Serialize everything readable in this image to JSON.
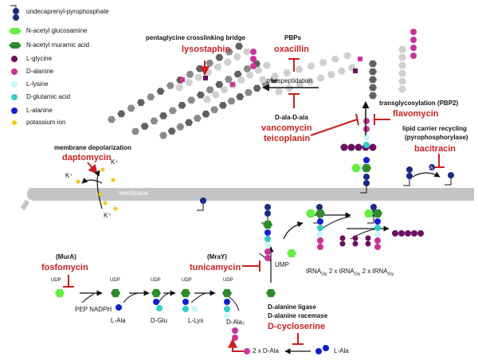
{
  "legend": {
    "items": [
      {
        "label": "undecaprenyl-pyrophosphate",
        "icon": "lipid-carrier-icon"
      },
      {
        "label": "N-acetyl glucosamine",
        "icon": "nag-hexagon-icon",
        "color": "#66ee44"
      },
      {
        "label": "N-acetyl muramic acid",
        "icon": "nam-hexagon-icon",
        "color": "#2e8b2e"
      },
      {
        "label": "L-glycine",
        "icon": "dot-icon",
        "color": "#6a0f5f"
      },
      {
        "label": "D-alanine",
        "icon": "dot-icon",
        "color": "#cc3399"
      },
      {
        "label": "L-lysine",
        "icon": "dot-icon",
        "color": "#ccf5f5"
      },
      {
        "label": "D-glutamic acid",
        "icon": "dot-icon",
        "color": "#33cccc"
      },
      {
        "label": "L-alanine",
        "icon": "dot-icon",
        "color": "#1020d0"
      },
      {
        "label": "potassium ion",
        "icon": "dot-icon",
        "color": "#f5c518"
      }
    ]
  },
  "top": {
    "bridge_caption": "pentaglycine crosslinking bridge",
    "lysostaphin": "lysostaphin",
    "pbps_caption": "PBPs",
    "oxacillin": "oxacillin",
    "transpeptidation": "transpeptidation",
    "daladala": "D-ala-D-ala",
    "vancomycin": "vancomycin",
    "teicoplanin": "teicoplanin",
    "transglycosylation": "transglycosylation (PBP2)",
    "flavomycin": "flavomycin",
    "lipid_recycling_1": "lipid carrier recycling",
    "lipid_recycling_2": "(pyrophosphorylase)",
    "bacitracin": "bacitracin",
    "pi": "Pi"
  },
  "membrane": {
    "label": "membrane",
    "depolarization": "membrane depolarization",
    "daptomycin": "daptomycin",
    "k_plus": "K⁺"
  },
  "bottom": {
    "mura": "(MurA)",
    "fosfomycin": "fosfomycin",
    "mray": "(MraY)",
    "tunicamycin": "tunicamycin",
    "udp": "UDP",
    "ump": "UMP",
    "pep_nadph": "PEP NADPH",
    "l_ala": "L-Ala",
    "d_glu": "D-Glu",
    "l_lys": "L-Lys",
    "d_ala2": "D-Ala₂",
    "trna_prefix": "tRNA",
    "trna_sub": "Gly",
    "times2": "2 x",
    "ligase": "D-alanine ligase",
    "racemase": "D-alanine racemase",
    "cycloserine": "D-cycloserine",
    "two_d_ala": "2 x D-Ala",
    "l_ala_right": "L-Ala"
  },
  "colors": {
    "drug_red": "#cc1f1f",
    "membrane_gray": "#c4c4c4",
    "carrier_blue": "#1a2a80",
    "dark_gray": "#606060",
    "light_gray": "#cfcfcf"
  }
}
